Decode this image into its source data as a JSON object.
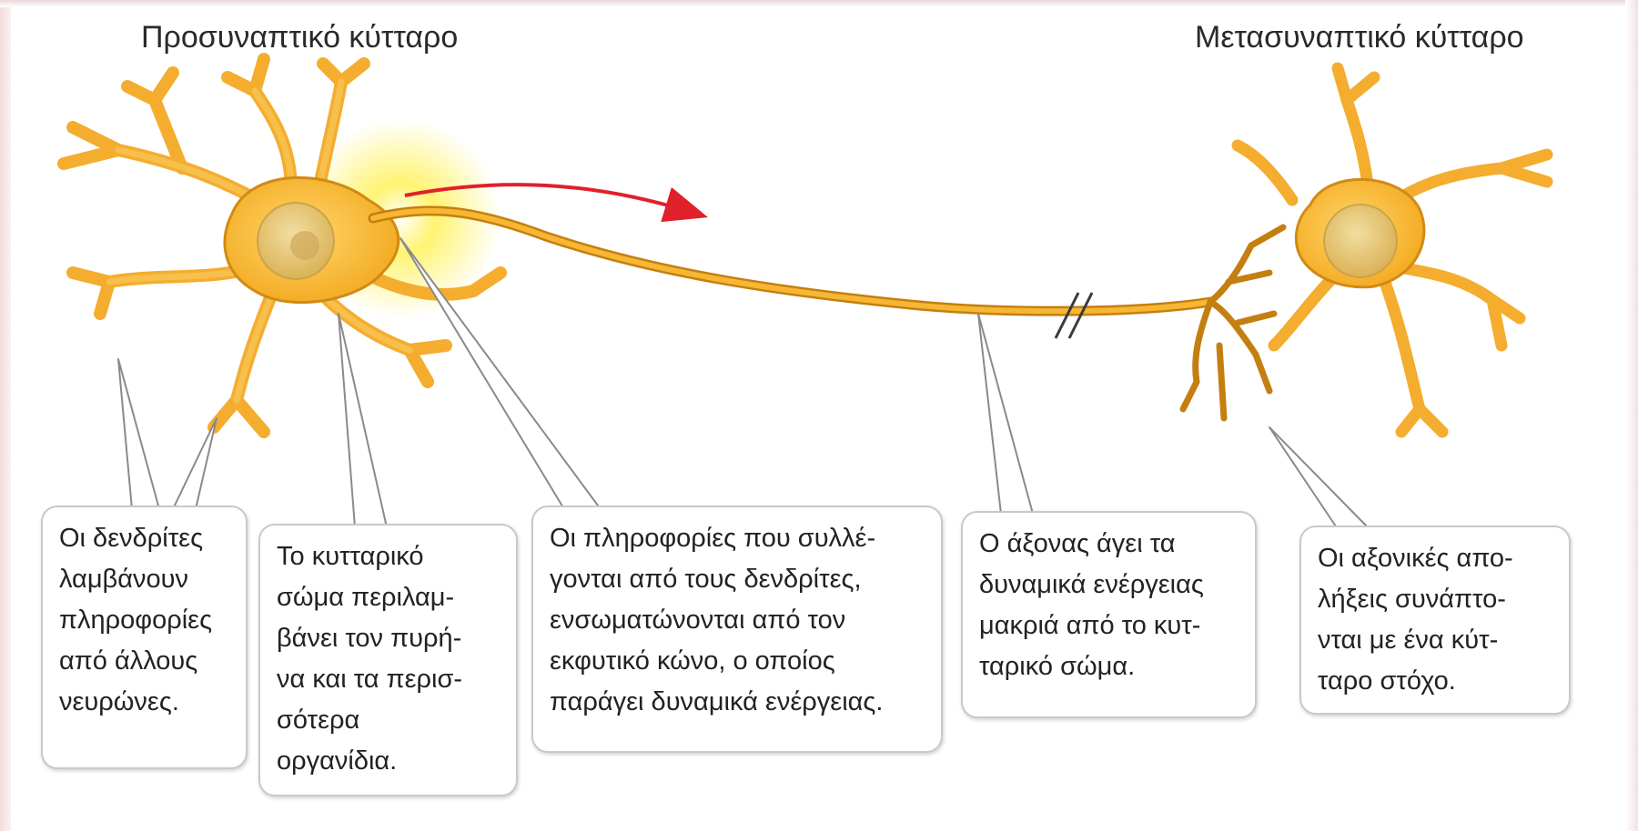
{
  "titles": {
    "presynaptic": "Προσυναπτικό κύτταρο",
    "postsynaptic": "Μετασυναπτικό κύτταρο"
  },
  "callouts": {
    "dendrites": "Οι δενδρίτες\nλαμβάνουν\nπληροφορίες\nαπό άλλους\nνευρώνες.",
    "cell_body": "Το κυτταρικό\nσώμα περιλαμ-\nβάνει τον πυρή-\nνα και τα περισ-\nσότερα\nοργανίδια.",
    "axon_hillock": "Οι πληροφορίες που συλλέ-\nγονται από τους δενδρίτες,\nενσωματώνονται από τον\nεκφυτικό κώνο, ο οποίος\nπαράγει δυναμικά ενέργειας.",
    "axon": "Ο άξονας άγει τα\nδυναμικά ενέργειας\nμακριά από το κυτ-\nταρικό σώμα.",
    "axon_terminals": "Οι αξονικές απο-\nλήξεις συνάπτο-\nνται με ένα κύτ-\nταρο στόχο."
  },
  "colors": {
    "neuron_fill": "#f7b733",
    "neuron_outline": "#c47f10",
    "nucleus": "#e9c46a",
    "glow": "#fff36b",
    "signal_arrow": "#e0202a",
    "pointer": "#8a8a8a"
  }
}
